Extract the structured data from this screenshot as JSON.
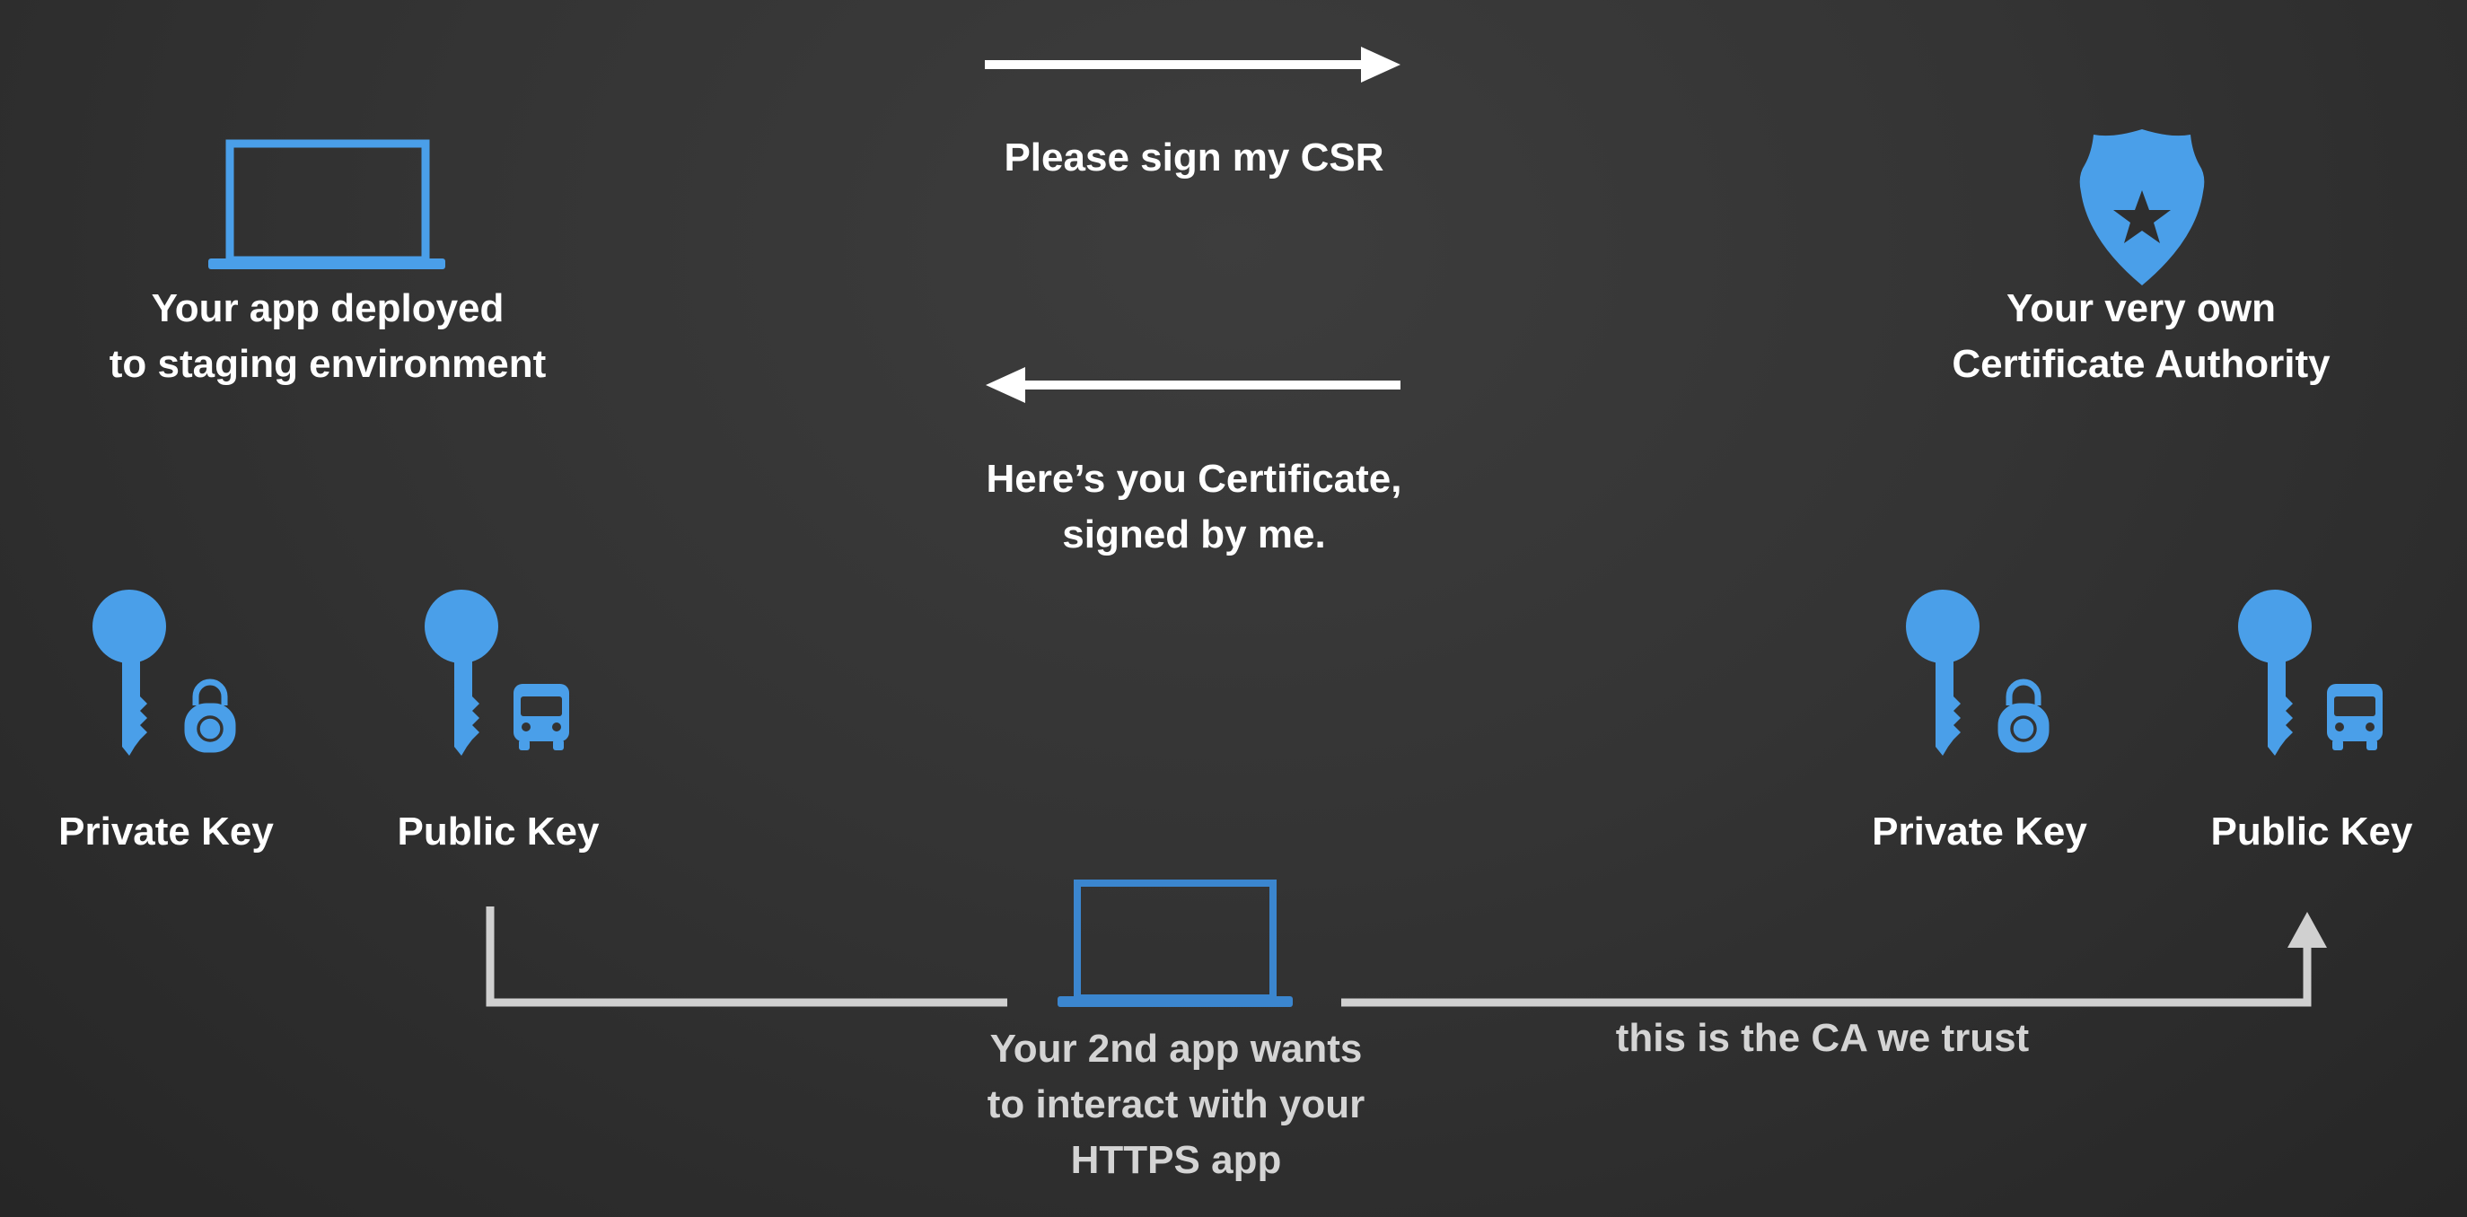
{
  "actors": {
    "app": {
      "label": "Your app deployed\nto staging environment",
      "icon": "laptop-icon"
    },
    "ca": {
      "label": "Your very own\nCertificate Authority",
      "icon": "police-badge-icon"
    },
    "second_app": {
      "label": "Your 2nd app wants\nto interact with your\nHTTPS app",
      "icon": "laptop-icon"
    }
  },
  "messages": {
    "request": "Please sign my CSR",
    "response": "Here’s you Certificate,\nsigned by me.",
    "trust": "this is the CA we trust"
  },
  "keys": {
    "app_private": {
      "label": "Private Key",
      "icon": "key-lock-icon"
    },
    "app_public": {
      "label": "Public Key",
      "icon": "key-bus-icon"
    },
    "ca_private": {
      "label": "Private Key",
      "icon": "key-lock-icon"
    },
    "ca_public": {
      "label": "Public Key",
      "icon": "key-bus-icon"
    }
  },
  "colors": {
    "background": "#333333",
    "icon_blue": "#4a9fe9",
    "icon_blue_dark": "#3b86cf",
    "text": "#ffffff",
    "connector": "#d0d0d0"
  }
}
